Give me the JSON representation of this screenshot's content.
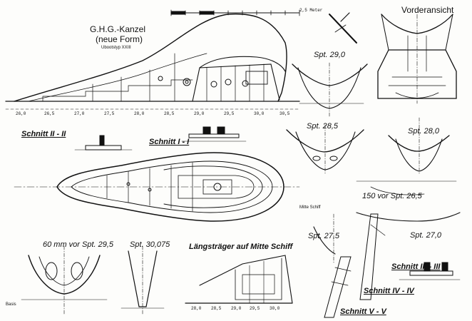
{
  "title": {
    "line1": "G.H.G.-Kanzel",
    "line2": "(neue Form)",
    "line3": "Ubootstyp XXIII"
  },
  "views": {
    "front_view": "Vorderansicht",
    "longitudinal_girder": "Längsträger auf Mitte Schiff"
  },
  "sections": [
    {
      "id": "spt29",
      "label": "Spt. 29,0"
    },
    {
      "id": "spt285",
      "label": "Spt. 28,5"
    },
    {
      "id": "spt28",
      "label": "Spt. 28,0"
    },
    {
      "id": "spt265",
      "label": "150 vor Spt. 26,5"
    },
    {
      "id": "spt275",
      "label": "Spt. 27,5"
    },
    {
      "id": "spt27",
      "label": "Spt. 27,0"
    },
    {
      "id": "spt295",
      "label": "60 mm vor Spt. 29,5"
    },
    {
      "id": "spt3075",
      "label": "Spt. 30,075"
    },
    {
      "id": "s2",
      "label": "Schnitt II - II"
    },
    {
      "id": "s1",
      "label": "Schnitt I - I"
    },
    {
      "id": "s3",
      "label": "Schnitt III - III"
    },
    {
      "id": "s4",
      "label": "Schnitt IV - IV"
    },
    {
      "id": "s5",
      "label": "Schnitt V - V"
    }
  ],
  "frame_ticks": [
    "26,0",
    "26,5",
    "27,0",
    "27,5",
    "28,0",
    "28,5",
    "29,0",
    "29,5",
    "30,0",
    "30,5"
  ],
  "lower_ticks": [
    "28,0",
    "28,5",
    "29,0",
    "29,5",
    "30,0"
  ],
  "scale": {
    "label": "2,5 Meter"
  },
  "notes": {
    "basis": "Basis",
    "mitte_schiff": "Mitte Schiff"
  }
}
